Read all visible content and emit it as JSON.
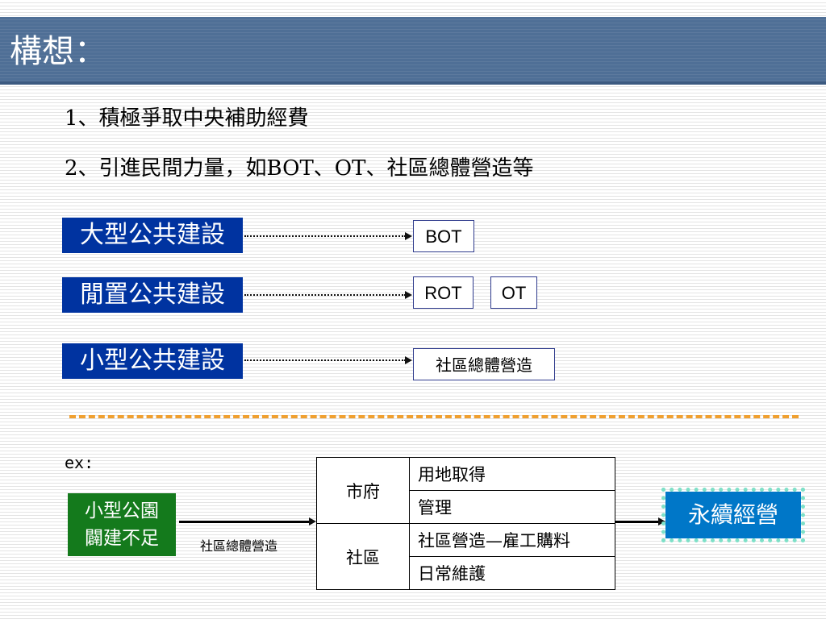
{
  "slide": {
    "title": "構想：",
    "bullets": [
      "1、積極爭取中央補助經費",
      "2、引進民間力量，如BOT、OT、社區總體營造等"
    ]
  },
  "diagram": {
    "categories": [
      {
        "label": "大型公共建設",
        "models": [
          "BOT"
        ]
      },
      {
        "label": "閒置公共建設",
        "models": [
          "ROT",
          "OT"
        ]
      },
      {
        "label": "小型公共建設",
        "models": [
          "社區總體營造"
        ]
      }
    ],
    "example": {
      "label": "ex:",
      "problem": [
        "小型公園",
        "闢建不足"
      ],
      "method": "社區總體營造",
      "table": [
        {
          "party": "市府",
          "tasks": [
            "用地取得",
            "管理"
          ]
        },
        {
          "party": "社區",
          "tasks": [
            "社區營造—雇工購料",
            "日常維護"
          ]
        }
      ],
      "goal": "永續經營"
    }
  },
  "colors": {
    "title_bar": "#4f6f96",
    "category_box": "#0033a0",
    "separator": "#f0a030",
    "problem_box": "#147a1c",
    "goal_box": "#0077c8",
    "goal_border": "#7ee0c8"
  }
}
